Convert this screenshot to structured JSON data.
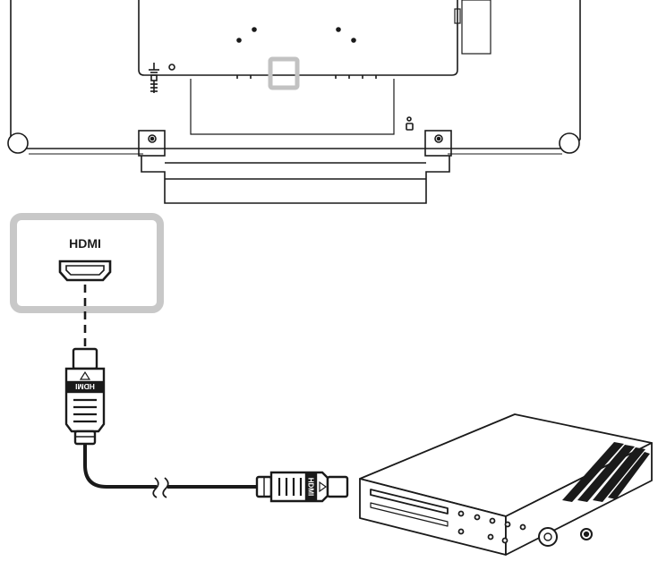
{
  "port_callout": {
    "label": "HDMI"
  },
  "cable": {
    "plug_a_label": "HDMI",
    "plug_b_label": "HDMI"
  },
  "icons": {
    "monitor": "monitor-rear-view-icon",
    "port": "hdmi-port-icon",
    "cable": "hdmi-cable-icon",
    "source": "media-player-device-icon"
  },
  "colors": {
    "line": "#1a1a1a",
    "callout_border": "#c8c8c8",
    "plug_fill": "#ffffff"
  }
}
